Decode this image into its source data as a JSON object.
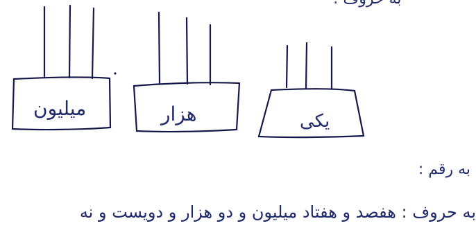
{
  "page": {
    "heading": "به حروف :",
    "numeric_label": "به رقم :",
    "written_label": "به حروف : هفصد و هفتاد میلیون و دو هزار و دویست و نه"
  },
  "place_value_boxes": [
    {
      "label": "میلیون",
      "rods": 3
    },
    {
      "label": "هزار",
      "rods": 3
    },
    {
      "label": "یکی",
      "rods": 3
    }
  ],
  "colors": {
    "ink": "#1f2a6b",
    "box_stroke": "#15184a",
    "rod_stroke": "#15184a",
    "paper": "#ffffff"
  }
}
